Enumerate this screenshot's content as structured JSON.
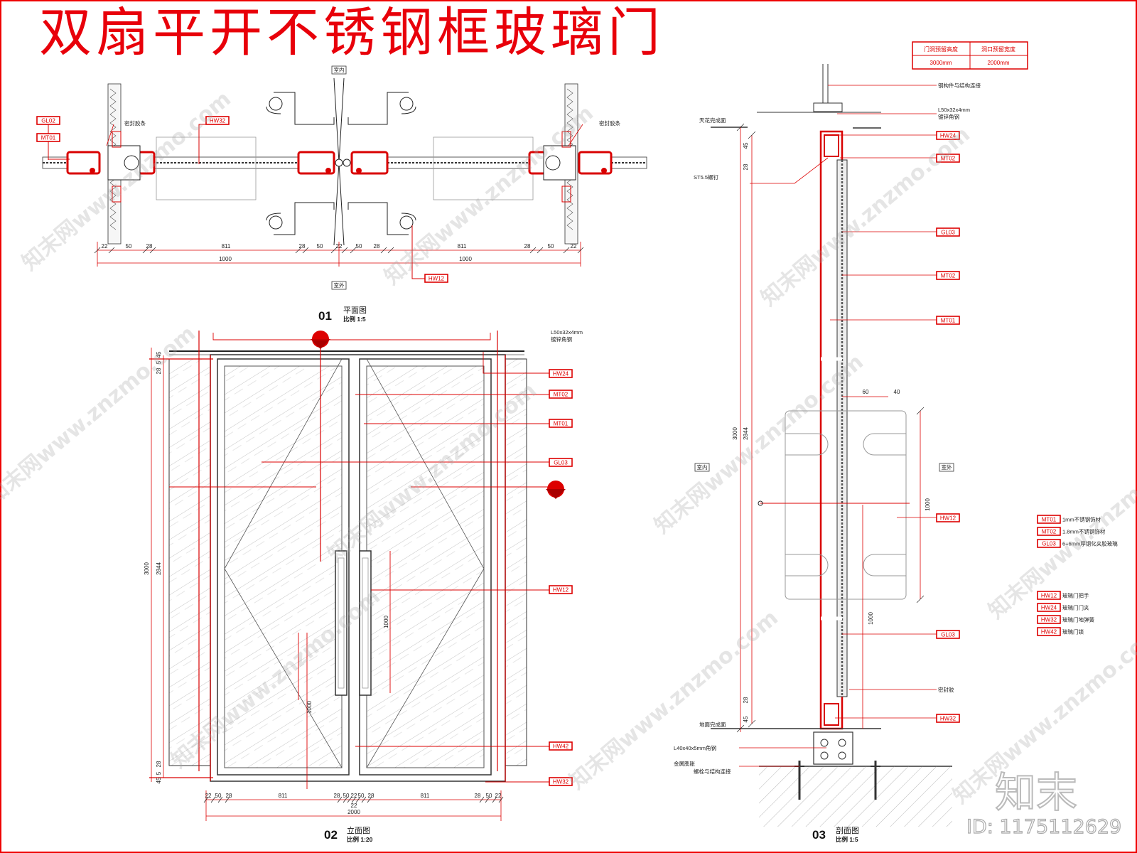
{
  "title": "双扇平开不锈钢框玻璃门",
  "spec_table": {
    "headers": [
      "门洞预留高度",
      "洞口预留宽度"
    ],
    "values": [
      "3000mm",
      "2000mm"
    ]
  },
  "plan": {
    "number": "01",
    "title": "平面图",
    "scale": "比例 1:5",
    "top_side": "室内",
    "bottom_side": "室外",
    "dims": [
      "22",
      "50",
      "28",
      "811",
      "28",
      "50",
      "22",
      "50",
      "28",
      "811",
      "28",
      "50",
      "22"
    ],
    "totals": [
      "1000",
      "1000"
    ],
    "tags": [
      "GL02",
      "MT01",
      "HW32",
      "HW12"
    ],
    "notes": [
      "密封胶条",
      "密封胶条"
    ]
  },
  "elevation": {
    "number": "02",
    "title": "立面图",
    "scale": "比例 1:20",
    "note": "L50x32x4mm\n镀锌角钢",
    "tags": [
      "HW24",
      "MT02",
      "MT01",
      "GL03",
      "HW12",
      "HW42",
      "HW32"
    ],
    "dims_bottom": [
      "22",
      "50",
      "28",
      "811",
      "28",
      "50",
      "22",
      "50",
      "28",
      "811",
      "28",
      "50",
      "22"
    ],
    "total": "2000",
    "center_gap": "22",
    "dims_left": [
      "3000",
      "2844",
      "45",
      "5",
      "28",
      "28",
      "5",
      "45"
    ],
    "handle_height": "1000",
    "handle_len": "1000"
  },
  "section": {
    "number": "03",
    "title": "剖面图",
    "scale": "比例 1:5",
    "notes": {
      "steel": "钢构件与结构连接",
      "angle": "L50x32x4mm\n镀锌角钢",
      "ceiling": "天花完成面",
      "screw": "ST5.5螺钉",
      "floor": "地面完成面",
      "seal": "密封胶",
      "angle2": "L40x40x5mm角钢",
      "bolt": "金属膨胀螺栓与结构连接"
    },
    "left_side": "室内",
    "right_side": "室外",
    "tags": [
      "HW24",
      "MT02",
      "GL03",
      "MT02",
      "MT01",
      "HW12",
      "GL03",
      "HW32"
    ],
    "dims": [
      "45",
      "28",
      "3000",
      "2844",
      "28",
      "45",
      "60",
      "40",
      "1000",
      "1000"
    ]
  },
  "legend_materials": [
    {
      "code": "MT01",
      "desc": "1mm不锈钢饰材"
    },
    {
      "code": "MT02",
      "desc": "1.8mm不锈钢饰材"
    },
    {
      "code": "GL03",
      "desc": "6+6mm厚钢化夹胶玻璃"
    }
  ],
  "legend_hardware": [
    {
      "code": "HW12",
      "desc": "玻璃门把手"
    },
    {
      "code": "HW24",
      "desc": "玻璃门门夹"
    },
    {
      "code": "HW32",
      "desc": "玻璃门地弹簧"
    },
    {
      "code": "HW42",
      "desc": "玻璃门锁"
    }
  ],
  "watermark": "知末网www.znzmo.com",
  "logo": "知末",
  "image_id": "ID: 1175112629",
  "colors": {
    "accent": "#e8000a",
    "line": "#d90000",
    "ink": "#222222"
  }
}
